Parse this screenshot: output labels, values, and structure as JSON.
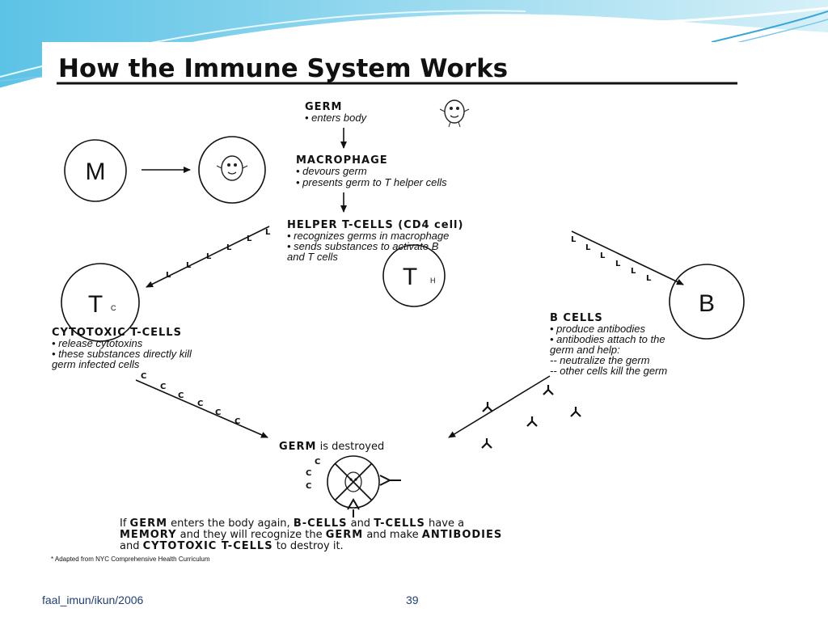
{
  "title": "How the Immune System Works",
  "germ": {
    "heading": "GERM",
    "bullet": "• enters body"
  },
  "macrophage": {
    "circle_label": "M",
    "heading": "MACROPHAGE",
    "bullets": [
      "• devours germ",
      "• presents germ to T helper cells"
    ]
  },
  "helper": {
    "heading": "HELPER  T-CELLS  (CD4  cell)",
    "bullets": [
      "• recognizes germs in macrophage",
      "• sends substances to activate  B"
    ],
    "continuation": "and T cells",
    "circle_main": "T",
    "circle_sub": "H"
  },
  "cytotoxic": {
    "circle_main": "T",
    "circle_sub": "C",
    "heading": "CYTOTOXIC  T-CELLS",
    "bullets": [
      "• release cytotoxins",
      "• these substances directly kill"
    ],
    "continuation": "germ infected cells"
  },
  "bcells": {
    "circle_label": "B",
    "heading": "B CELLS",
    "bullets": [
      "• produce antibodies",
      "• antibodies attach to the"
    ],
    "continuation": "germ and help:",
    "sub_bullets": [
      "-- neutralize the germ",
      "-- other cells kill the germ"
    ]
  },
  "marks": {
    "helper_to_tc": "L",
    "helper_to_b": "L",
    "cytotoxin": "C"
  },
  "destroyed": {
    "germ_word": "GERM",
    "rest": " is destroyed"
  },
  "memory_note": {
    "line1": [
      {
        "text": "If ",
        "bold": false
      },
      {
        "text": "GERM",
        "bold": true
      },
      {
        "text": " enters the body again,  ",
        "bold": false
      },
      {
        "text": "B-CELLS",
        "bold": true
      },
      {
        "text": " and  ",
        "bold": false
      },
      {
        "text": "T-CELLS",
        "bold": true
      },
      {
        "text": "  have a",
        "bold": false
      }
    ],
    "line2": [
      {
        "text": "MEMORY",
        "bold": true
      },
      {
        "text": " and they will recognize the ",
        "bold": false
      },
      {
        "text": "GERM",
        "bold": true
      },
      {
        "text": " and make ",
        "bold": false
      },
      {
        "text": "ANTIBODIES",
        "bold": true
      }
    ],
    "line3": [
      {
        "text": "and ",
        "bold": false
      },
      {
        "text": "CYTOTOXIC  T-CELLS",
        "bold": true
      },
      {
        "text": " to destroy it.",
        "bold": false
      }
    ]
  },
  "footnote": "* Adapted from NYC Comprehensive Health Curriculum",
  "footer": {
    "left": "faal_imun/ikun/2006",
    "page_number": "39"
  }
}
